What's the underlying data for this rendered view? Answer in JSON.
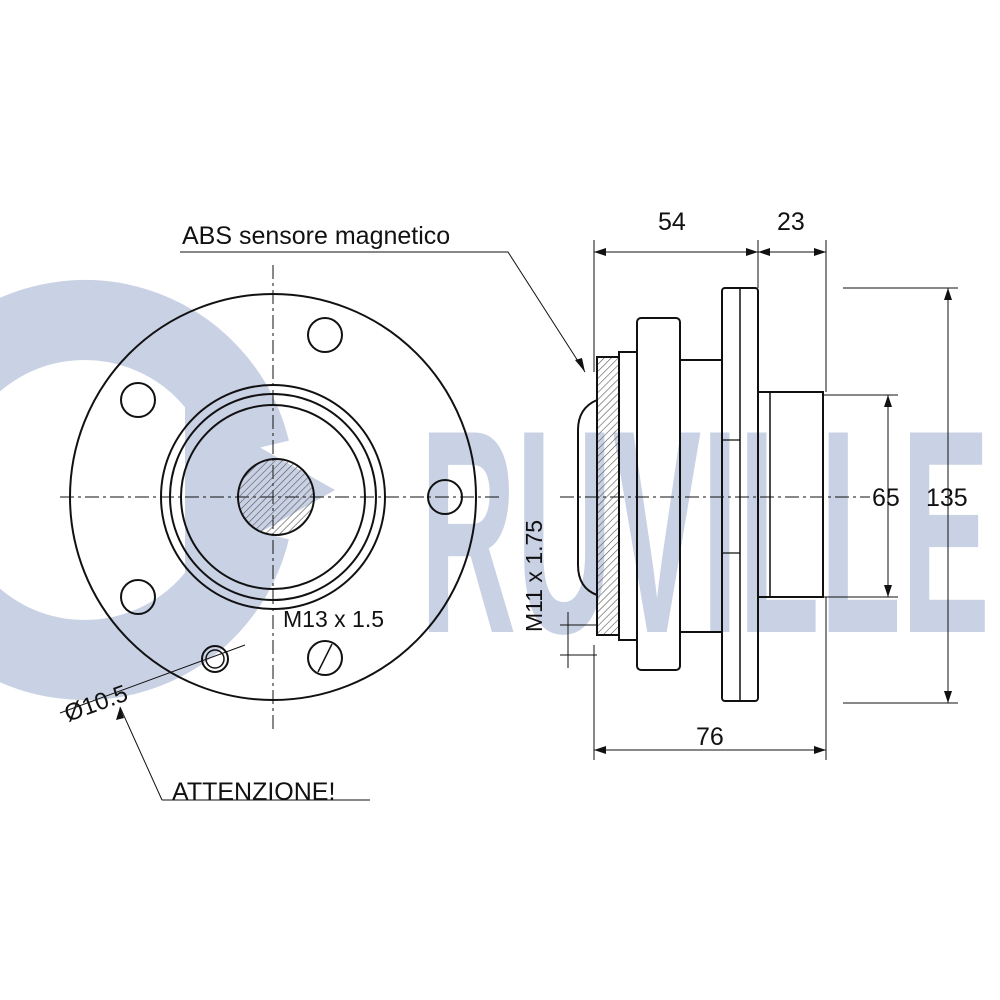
{
  "labels": {
    "abs_sensor": "ABS sensore magnetico",
    "attention": "ATTENZIONE!",
    "bolt_thread": "M13 x 1.5",
    "stud_thread": "M11 x 1.75",
    "hole_diameter": "Ø10.5"
  },
  "dimensions": {
    "width_54": "54",
    "width_23": "23",
    "diameter_65": "65",
    "diameter_135": "135",
    "length_76": "76"
  },
  "watermark": {
    "text": "RUVILLE",
    "color": "#c9d1e4"
  },
  "colors": {
    "line": "#111111",
    "hatch": "#555555"
  }
}
